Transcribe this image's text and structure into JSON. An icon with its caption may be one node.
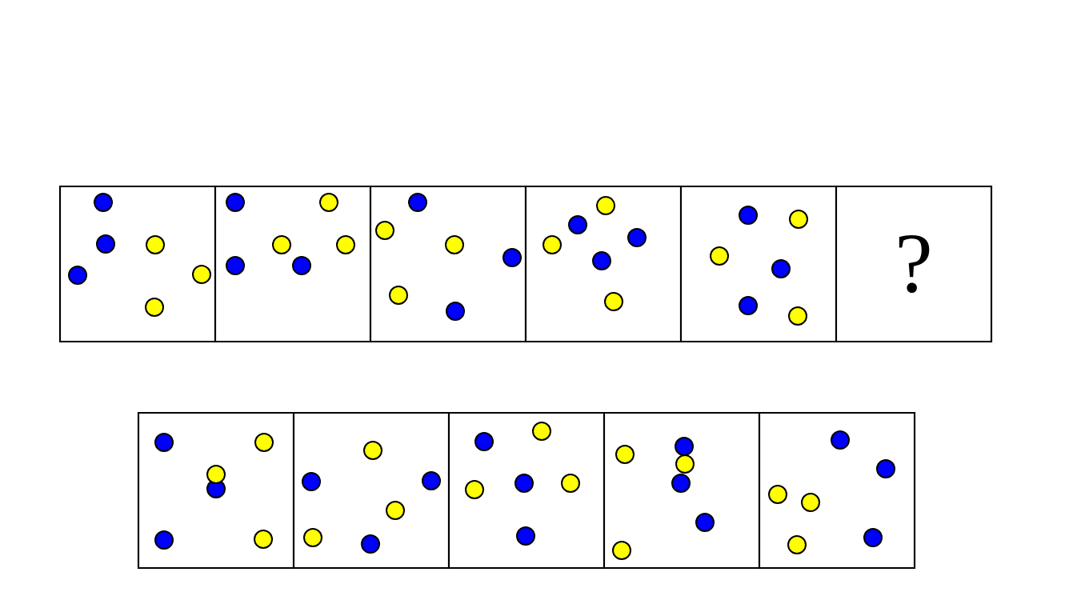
{
  "diagram": {
    "nodes": [
      {
        "text": [],
        "shape": "box"
      },
      {
        "text": [],
        "shape": "box"
      },
      {
        "text": [],
        "shape": "box"
      },
      {
        "text": [],
        "shape": "box"
      },
      {
        "text": [],
        "shape": "box"
      },
      {
        "text": [
          "?"
        ]
      },
      {
        "text": [],
        "shape": "box"
      },
      {
        "text": [],
        "shape": "box"
      },
      {
        "text": [],
        "shape": "box"
      },
      {
        "text": [],
        "shape": "box"
      },
      {
        "text": [],
        "shape": "box"
      }
    ]
  }
}
